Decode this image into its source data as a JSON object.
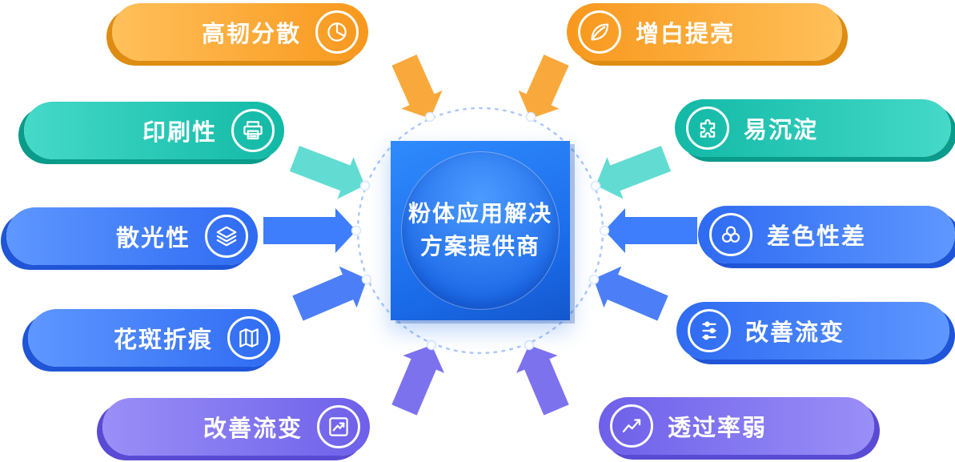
{
  "diagram": {
    "center": {
      "title_line1": "粉体应用解决",
      "title_line2": "方案提供商"
    },
    "left_items": [
      {
        "label": "高韧分散",
        "icon": "pie-chart-icon",
        "color": "#F8981D"
      },
      {
        "label": "印刷性",
        "icon": "printer-icon",
        "color": "#12B9A6"
      },
      {
        "label": "散光性",
        "icon": "layers-icon",
        "color": "#2E6BF2"
      },
      {
        "label": "花斑折痕",
        "icon": "map-icon",
        "color": "#2E6BF2"
      },
      {
        "label": "改善流变",
        "icon": "chart-edit-icon",
        "color": "#6E60E9"
      }
    ],
    "right_items": [
      {
        "label": "增白提亮",
        "icon": "leaf-icon",
        "color": "#F8981D"
      },
      {
        "label": "易沉淀",
        "icon": "puzzle-icon",
        "color": "#12B9A6"
      },
      {
        "label": "差色性差",
        "icon": "color-circles-icon",
        "color": "#2E6BF2"
      },
      {
        "label": "改善流变",
        "icon": "slider-icon",
        "color": "#2E6BF2"
      },
      {
        "label": "透过率弱",
        "icon": "trend-line-icon",
        "color": "#6E60E9"
      }
    ],
    "palette": {
      "orange": "#F8981D",
      "teal": "#12B9A6",
      "blue": "#2E6BF2",
      "purple": "#6E60E9",
      "center_blue": "#1E6FF2",
      "dashed_ring": "#A9C9FF"
    }
  }
}
